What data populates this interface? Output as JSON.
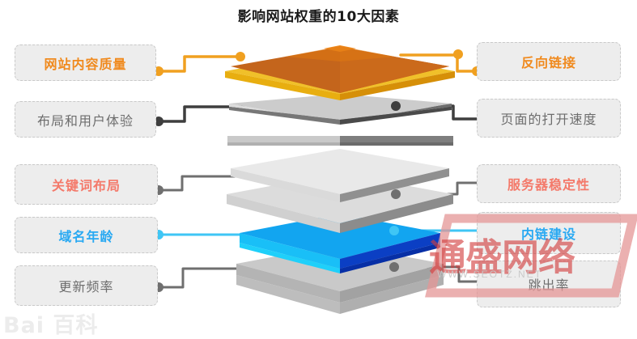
{
  "page": {
    "title": "影响网站权重的10大因素",
    "background_color": "#ffffff"
  },
  "colors": {
    "orange": "#F08A1E",
    "orange_line": "#F0A020",
    "yellow_bevel": "#F0C02A",
    "orange_plate": "#C4651C",
    "salmon": "#F4796A",
    "blue": "#29A9F2",
    "blue_plate": "#12A5F0",
    "cyan_line": "#3FC6F5",
    "dark_gray_line": "#3E3E3E",
    "mid_gray_line": "#6F6F6F",
    "label_fill": "#ededed",
    "label_border": "#c9c9c9",
    "label_text_gray": "#6d6d6d"
  },
  "left_labels": [
    {
      "text": "网站内容质量",
      "color_name": "orange",
      "connector": "orange"
    },
    {
      "text": "布局和用户体验",
      "color_name": "gray",
      "connector": "dark-gray"
    },
    {
      "text": "关键词布局",
      "color_name": "salmon",
      "connector": "mid-gray"
    },
    {
      "text": "域名年龄",
      "color_name": "blue",
      "connector": "cyan"
    },
    {
      "text": "更新频率",
      "color_name": "gray",
      "connector": "mid-gray"
    }
  ],
  "right_labels": [
    {
      "text": "反向链接",
      "color_name": "orange",
      "connector": "orange"
    },
    {
      "text": "页面的打开速度",
      "color_name": "gray",
      "connector": "dark-gray"
    },
    {
      "text": "服务器稳定性",
      "color_name": "salmon",
      "connector": "mid-gray"
    },
    {
      "text": "内链建设",
      "color_name": "blue",
      "connector": "cyan"
    },
    {
      "text": "跳出率",
      "color_name": "gray",
      "connector": "mid-gray"
    }
  ],
  "stack": {
    "description": "exploded isometric stack of plates",
    "layers": [
      {
        "index": 1,
        "name": "orange-plate",
        "top_color": "#C4651C",
        "edge_color": "#F0C02A"
      },
      {
        "index": 2,
        "name": "dark-gray-plate",
        "top_color": "#6E6E6E",
        "edge_color": "#CFCFCF"
      },
      {
        "index": 3,
        "name": "thin-gray-slab",
        "top_color": "#C9C9C9",
        "edge_color": "#8E8E8E"
      },
      {
        "index": 4,
        "name": "light-gray-plate",
        "top_color": "#E8E8E8",
        "edge_color": "#8C8C8C"
      },
      {
        "index": 5,
        "name": "light-gray-plate-2",
        "top_color": "#DCDCDC",
        "edge_color": "#8C8C8C"
      },
      {
        "index": 6,
        "name": "blue-plate",
        "top_color": "#12A5F0",
        "edge_color": "#0A3FC0"
      },
      {
        "index": 7,
        "name": "bottom-gray-plate",
        "top_color": "#C4C4C4",
        "edge_color": "#9A9A9A"
      }
    ]
  },
  "watermarks": {
    "brand": "通盛网络",
    "url": "WWW.SEOTZ.NET",
    "baidu": "Bai 百科"
  }
}
